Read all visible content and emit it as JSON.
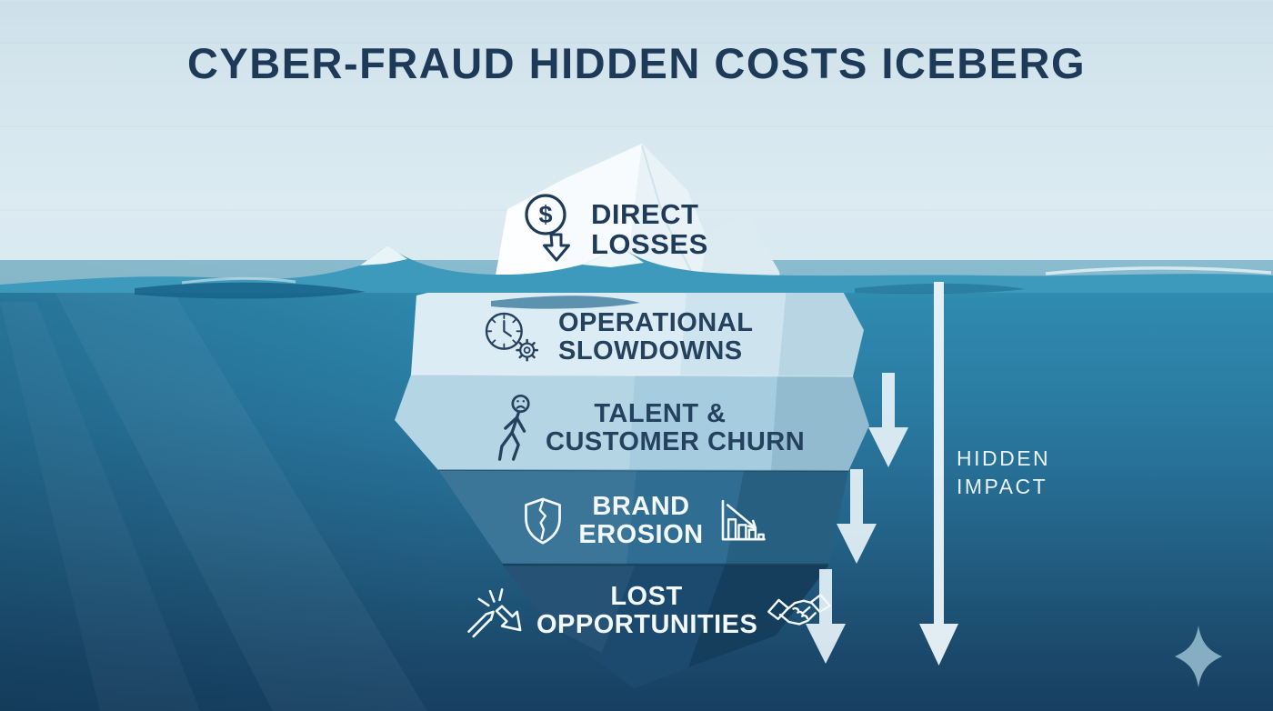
{
  "title": "CYBER-FRAUD HIDDEN COSTS ICEBERG",
  "hidden_impact": {
    "line1": "HIDDEN",
    "line2": "IMPACT"
  },
  "layers": [
    {
      "name": "direct-losses",
      "line1": "DIRECT",
      "line2": "LOSSES",
      "zone": "above-water"
    },
    {
      "name": "operational-slowdowns",
      "line1": "OPERATIONAL",
      "line2": "SLOWDOWNS",
      "zone": "underwater"
    },
    {
      "name": "talent-customer-churn",
      "line1": "TALENT &",
      "line2": "CUSTOMER CHURN",
      "zone": "underwater"
    },
    {
      "name": "brand-erosion",
      "line1": "BRAND",
      "line2": "EROSION",
      "zone": "underwater"
    },
    {
      "name": "lost-opportunities",
      "line1": "LOST",
      "line2": "OPPORTUNITIES",
      "zone": "underwater"
    }
  ],
  "icons": {
    "dollar_glyph": "$",
    "direct_losses": "dollar-decrease-icon",
    "operational_slowdowns": "clock-gear-icon",
    "talent_customer_churn": "person-leaving-icon",
    "brand_erosion_left": "cracked-shield-icon",
    "brand_erosion_right": "declining-chart-icon",
    "lost_opportunities_left": "deal-collapse-icon",
    "lost_opportunities_right": "handshake-icon",
    "decoration": "sparkle-icon"
  },
  "colors": {
    "sky": "#d6e6ee",
    "sea_surface": "#3e9abc",
    "sea_deep": "#173f60",
    "waterline_band": "#96c2d1",
    "iceberg_tip": "#f8fbfd",
    "layer_operational": "#cde4ef",
    "layer_talent": "#a6cddf",
    "layer_brand": "#2f6d92",
    "layer_lost": "#1b4a6e",
    "title_text": "#1d3a58",
    "dark_label_text": "#24425e",
    "light_label_text": "#f2f8fb",
    "arrow": "#e6f2f8",
    "sparkle": "#8cb3c6"
  }
}
